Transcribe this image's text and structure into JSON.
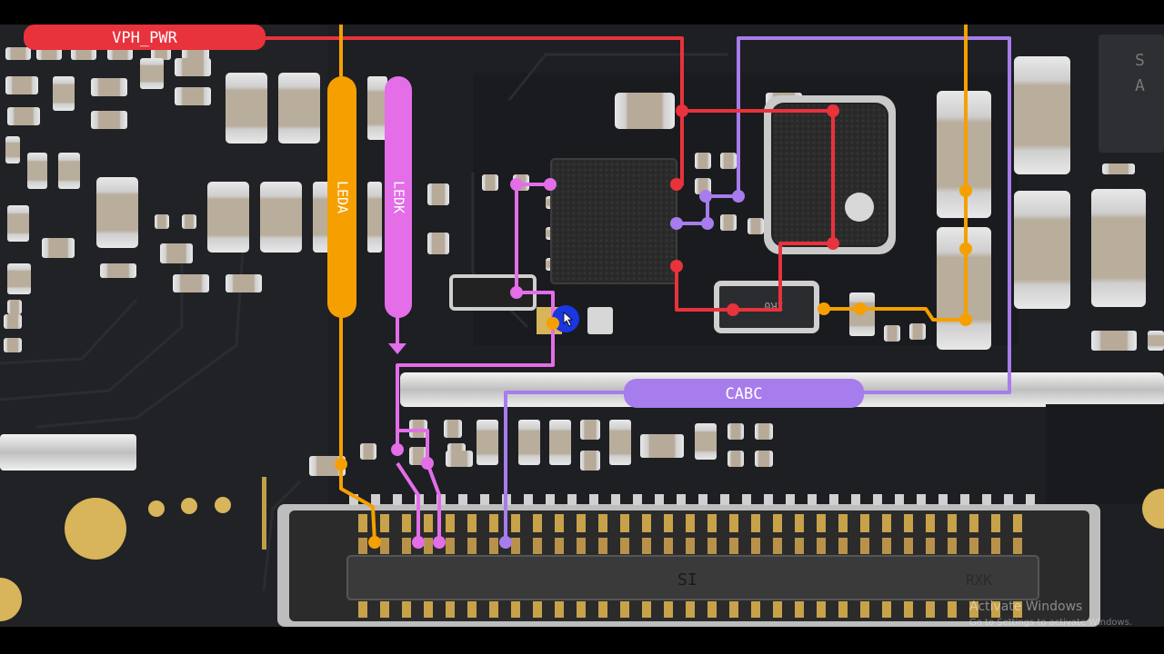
{
  "nets": {
    "vph_pwr": {
      "label": "VPH_PWR",
      "color": "#e8323c"
    },
    "leda": {
      "label": "LEDA",
      "color": "#f5a000"
    },
    "ledk": {
      "label": "LEDK",
      "color": "#e36ee8"
    },
    "cabc": {
      "label": "CABC",
      "color": "#a77cec"
    }
  },
  "board_markings": {
    "connector_mark": "SI",
    "connector_mark2": "RXK",
    "chip_marks": [
      "S",
      "A"
    ],
    "inductor_mark": "1R0"
  },
  "watermark": {
    "line1": "Activate Windows",
    "line2": "Go to Settings to activate Windows."
  },
  "colors": {
    "pcb": "#1d1f23",
    "pcb_dark": "#141518",
    "metal": "#d9d9d9",
    "gold": "#d8b45a",
    "cursor": "#1a36e0"
  }
}
